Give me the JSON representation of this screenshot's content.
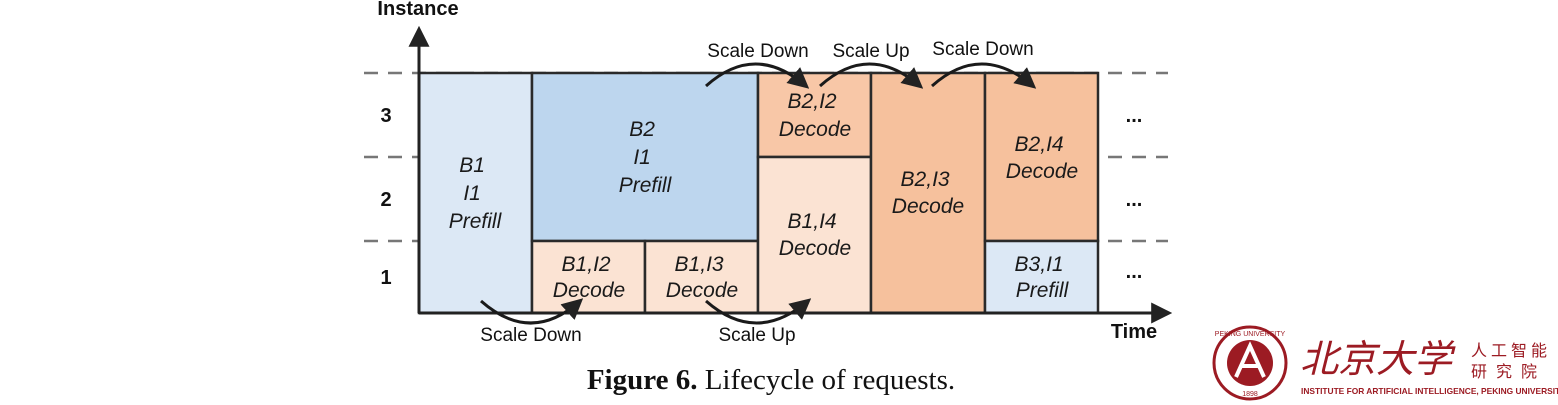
{
  "axes": {
    "y_label": "Instance",
    "x_label": "Time",
    "y_ticks": [
      "1",
      "2",
      "3"
    ],
    "continuation": "..."
  },
  "blocks": [
    {
      "id": "b1-i1-prefill",
      "lines": [
        "B1",
        "I1",
        "Prefill"
      ],
      "fill": "#dce8f5"
    },
    {
      "id": "b2-i1-prefill",
      "lines": [
        "B2",
        "I1",
        "Prefill"
      ],
      "fill": "#bdd6ee"
    },
    {
      "id": "b1-i2-decode",
      "lines": [
        "B1,I2",
        "Decode"
      ],
      "fill": "#fbe3d3"
    },
    {
      "id": "b1-i3-decode",
      "lines": [
        "B1,I3",
        "Decode"
      ],
      "fill": "#fbe3d3"
    },
    {
      "id": "b2-i2-decode",
      "lines": [
        "B2,I2",
        "Decode"
      ],
      "fill": "#f8c7a7"
    },
    {
      "id": "b1-i4-decode",
      "lines": [
        "B1,I4",
        "Decode"
      ],
      "fill": "#fbe3d3"
    },
    {
      "id": "b2-i3-decode",
      "lines": [
        "B2,I3",
        "Decode"
      ],
      "fill": "#f6c19d"
    },
    {
      "id": "b2-i4-decode",
      "lines": [
        "B2,I4",
        "Decode"
      ],
      "fill": "#f6c19d"
    },
    {
      "id": "b3-i1-prefill",
      "lines": [
        "B3,I1",
        "Prefill"
      ],
      "fill": "#dce8f5"
    }
  ],
  "transitions": [
    {
      "id": "scale-down-top-1",
      "label": "Scale Down"
    },
    {
      "id": "scale-up-top",
      "label": "Scale Up"
    },
    {
      "id": "scale-down-top-2",
      "label": "Scale Down"
    },
    {
      "id": "scale-down-bottom",
      "label": "Scale Down"
    },
    {
      "id": "scale-up-bottom",
      "label": "Scale Up"
    }
  ],
  "caption": {
    "label": "Figure 6.",
    "text": " Lifecycle of requests."
  },
  "logo": {
    "name_cn": "北京大学",
    "inst_cn_1": "人工智能",
    "inst_cn_2": "研究院",
    "inst_en": "INSTITUTE FOR ARTIFICIAL INTELLIGENCE, PEKING UNIVERSITY",
    "seal_text": "PEKING UNIVERSITY",
    "seal_year": "1898",
    "brand_color": "#9c1b23"
  }
}
